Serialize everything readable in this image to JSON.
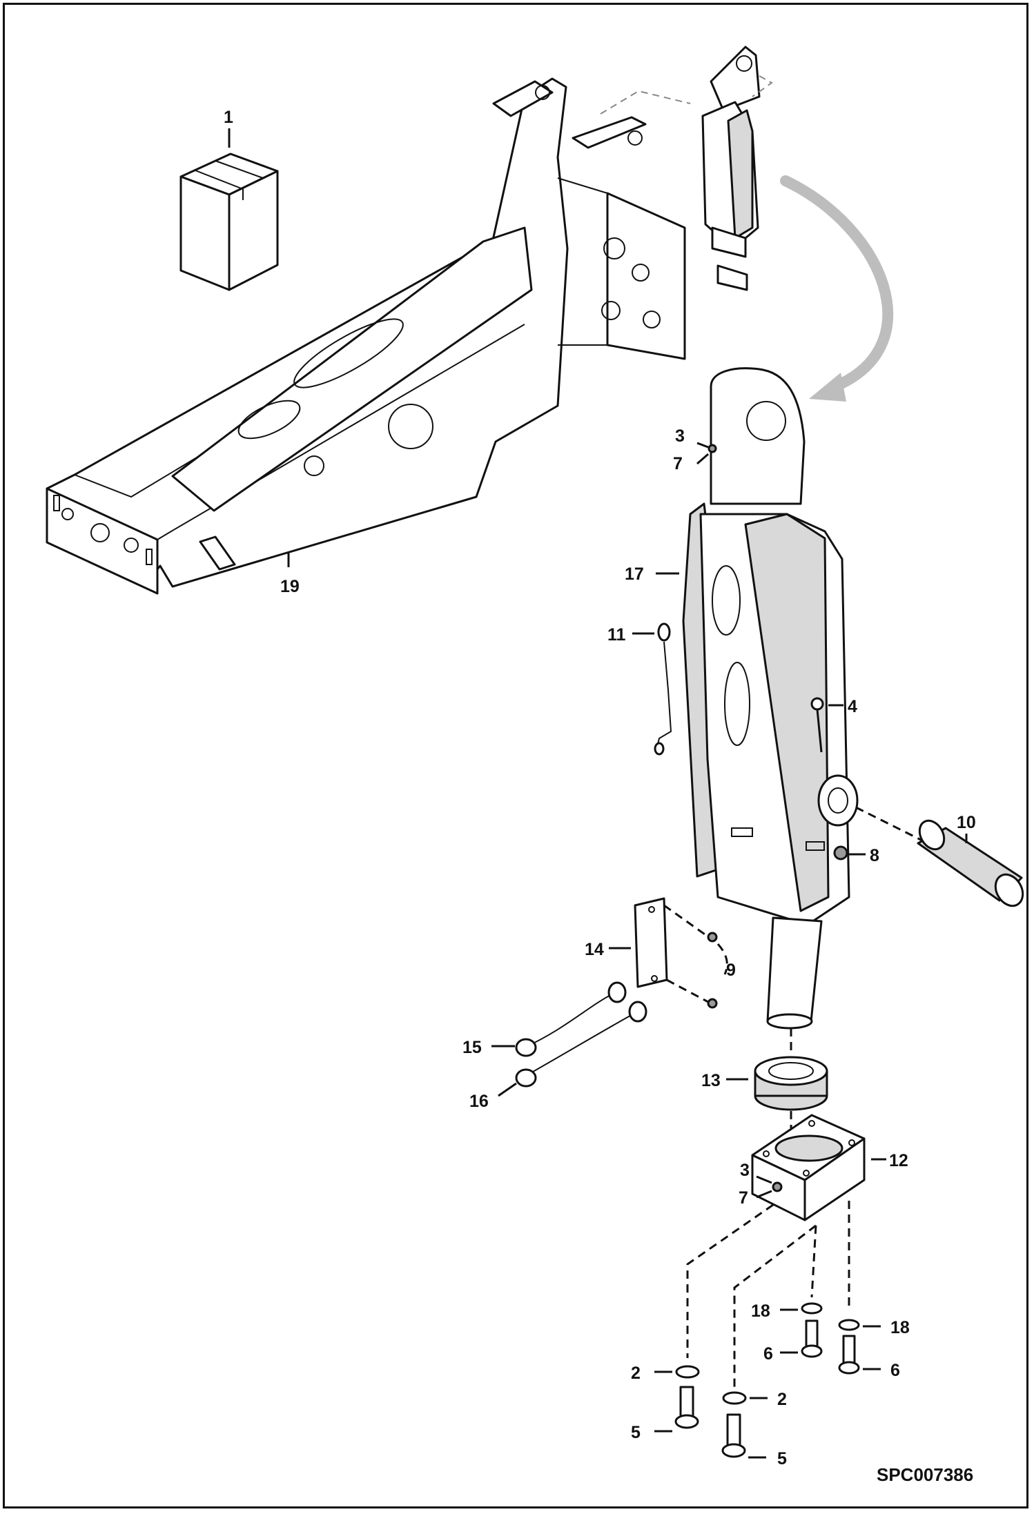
{
  "drawing": {
    "reference_code": "SPC007386",
    "callouts": {
      "c1": "1",
      "c2a": "2",
      "c2b": "2",
      "c3a": "3",
      "c3b": "3",
      "c4": "4",
      "c5a": "5",
      "c5b": "5",
      "c6a": "6",
      "c6b": "6",
      "c7a": "7",
      "c7b": "7",
      "c8": "8",
      "c9": "9",
      "c10": "10",
      "c11": "11",
      "c12": "12",
      "c13": "13",
      "c14": "14",
      "c15": "15",
      "c16": "16",
      "c17": "17",
      "c18a": "18",
      "c18b": "18",
      "c19": "19"
    }
  }
}
